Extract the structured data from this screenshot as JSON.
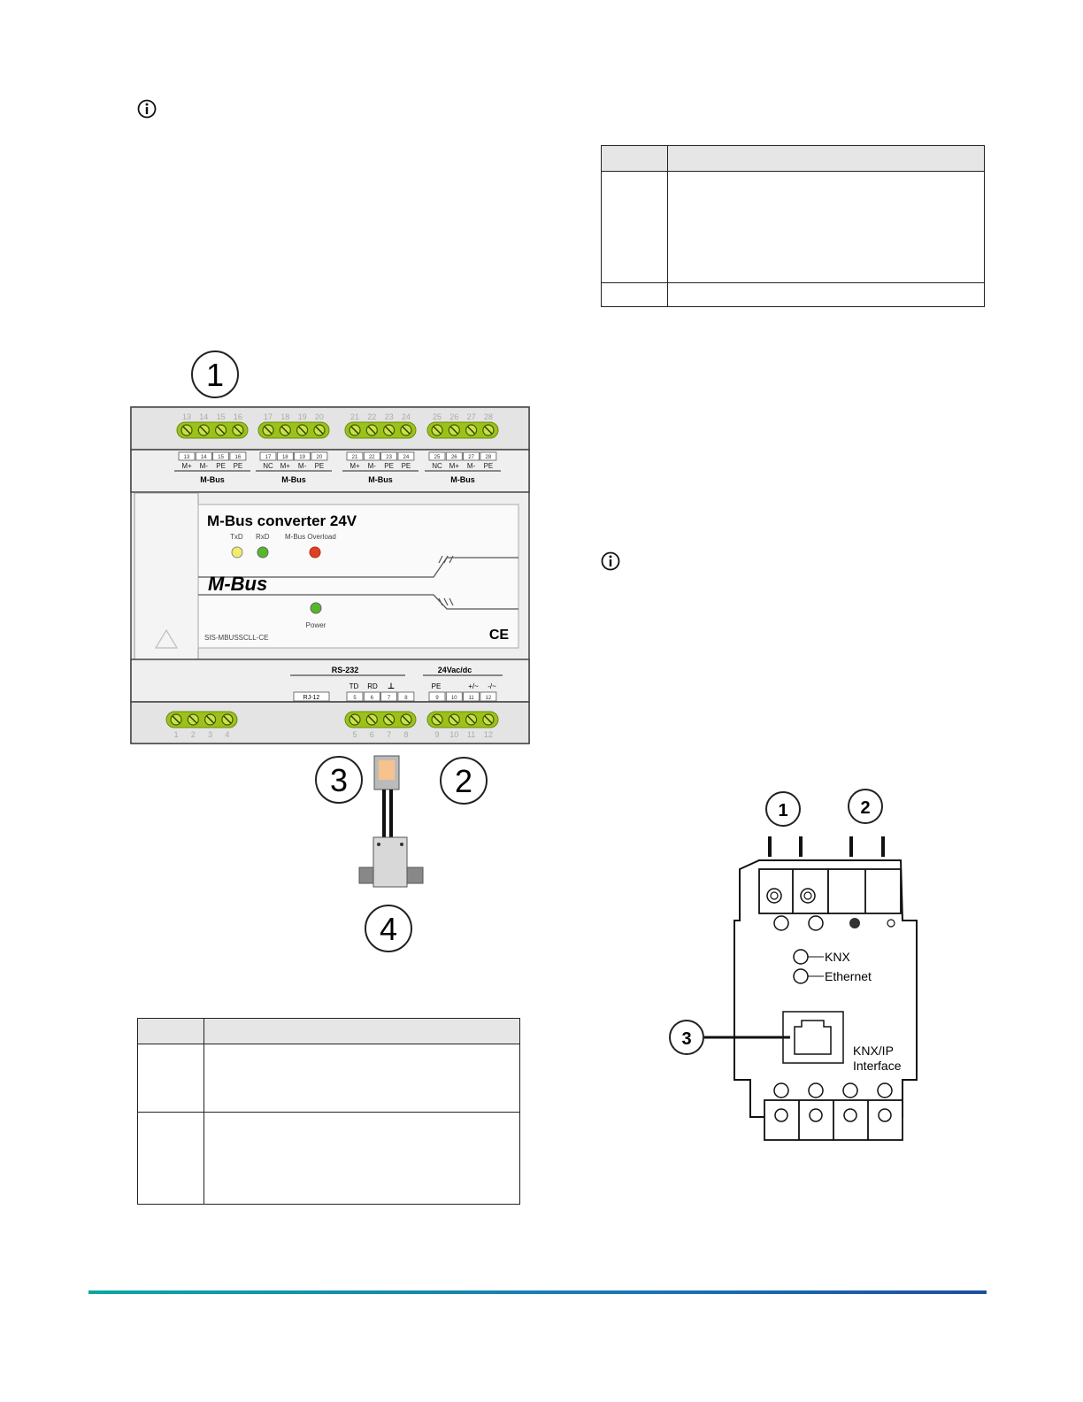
{
  "converter_figure": {
    "callouts": [
      "1",
      "2",
      "3",
      "4"
    ],
    "top_terminal_numbers": [
      "13",
      "14",
      "15",
      "16",
      "17",
      "18",
      "19",
      "20",
      "21",
      "22",
      "23",
      "24",
      "25",
      "26",
      "27",
      "28"
    ],
    "top_terminal_labels": [
      "M+",
      "M-",
      "PE",
      "PE",
      "NC",
      "M+",
      "M-",
      "PE",
      "M+",
      "M-",
      "PE",
      "PE",
      "NC",
      "M+",
      "M-",
      "PE"
    ],
    "bus_group_label": "M-Bus",
    "device_title": "M-Bus converter 24V",
    "led_labels": {
      "txd": "TxD",
      "rxd": "RxD",
      "overload": "M-Bus Overload",
      "power": "Power"
    },
    "logo_text": "M-Bus",
    "model_text": "SIS-MBUSSCLL-CE",
    "ce_mark": "CE",
    "rs232_label": "RS-232",
    "rs232_pins": [
      "TD",
      "RD",
      "⊥"
    ],
    "rj12_label": "RJ-12",
    "power_label": "24Vac/dc",
    "power_pins": [
      "PE",
      "+/~",
      "-/~"
    ],
    "bottom_terminal_boxes": [
      "5",
      "6",
      "7",
      "8",
      "9",
      "10",
      "11",
      "12"
    ],
    "bottom_terminal_numbers": [
      "1",
      "2",
      "3",
      "4",
      "5",
      "6",
      "7",
      "8",
      "9",
      "10",
      "11",
      "12"
    ]
  },
  "knx_figure": {
    "callouts": [
      "1",
      "2",
      "3"
    ],
    "led_labels": [
      "KNX",
      "Ethernet"
    ],
    "port_label_line1": "KNX/IP",
    "port_label_line2": "Interface"
  },
  "colors": {
    "footer_start": "#0aa7a0",
    "footer_end": "#1b4f9c",
    "terminal_green": "#9cc21a",
    "led_yellow": "#f1ec6a",
    "led_green": "#55b82a",
    "led_red": "#e0402a"
  }
}
